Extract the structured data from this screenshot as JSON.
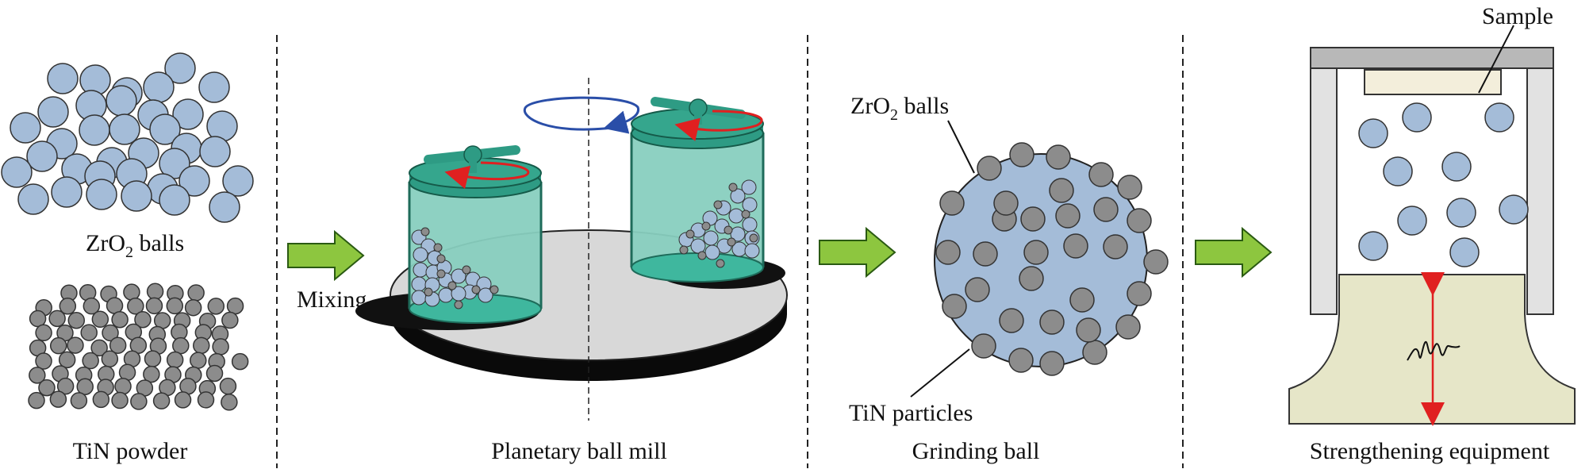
{
  "panels": {
    "powders": {
      "zro2_label": {
        "main": "ZrO",
        "sub": "2",
        "tail": " balls"
      },
      "tin_label": "TiN powder"
    },
    "mill": {
      "step_label": "Mixing",
      "caption": "Planetary ball mill"
    },
    "grinding": {
      "zro2_label": {
        "main": "ZrO",
        "sub": "2",
        "tail": " balls"
      },
      "tin_label": "TiN particles",
      "caption": "Grinding ball"
    },
    "equipment": {
      "sample_label": "Sample",
      "caption": "Strengthening equipment"
    }
  },
  "colors": {
    "zro2_ball": "#a4bcd8",
    "tin_particle": "#8c8c8c",
    "arrow_green": "#8dc63f",
    "jar_green": "#7fcbb9",
    "jar_lid": "#2e9b84",
    "rotation_blue": "#2a4ea8",
    "rotation_red": "#e02020",
    "platform": "#d8d8d8",
    "fixture": "#e6e6c8",
    "sample": "#f3eedb"
  }
}
